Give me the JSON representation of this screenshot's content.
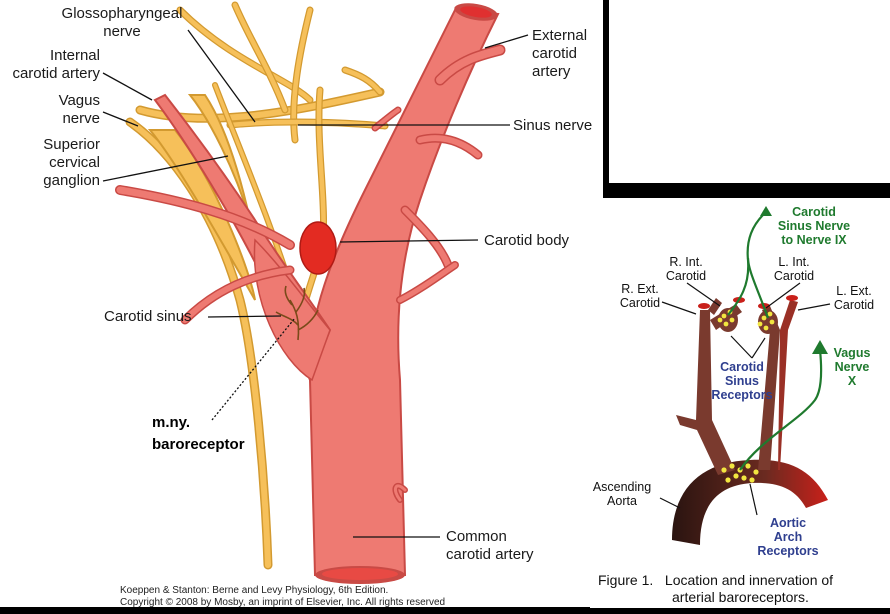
{
  "left_figure": {
    "labels": {
      "glossopharyngeal": [
        "Glossopharyngeal",
        "nerve"
      ],
      "internal_carotid": [
        "Internal",
        "carotid artery"
      ],
      "vagus": [
        "Vagus",
        "nerve"
      ],
      "superior_cervical": [
        "Superior",
        "cervical",
        "ganglion"
      ],
      "external_carotid": [
        "External",
        "carotid",
        "artery"
      ],
      "sinus_nerve": "Sinus nerve",
      "carotid_body": "Carotid body",
      "carotid_sinus": "Carotid sinus",
      "common_carotid": [
        "Common",
        "carotid artery"
      ]
    },
    "annotation": [
      "m.ny.",
      "baroreceptor"
    ],
    "credit": [
      "Koeppen & Stanton: Berne and Levy Physiology, 6th Edition.",
      "Copyright © 2008 by Mosby, an imprint of Elsevier, Inc. All rights reserved"
    ]
  },
  "right_figure": {
    "labels": {
      "carotid_sinus_nerve": [
        "Carotid",
        "Sinus Nerve",
        "to Nerve IX"
      ],
      "r_int": [
        "R. Int.",
        "Carotid"
      ],
      "l_int": [
        "L. Int.",
        "Carotid"
      ],
      "r_ext": [
        "R. Ext.",
        "Carotid"
      ],
      "l_ext": [
        "L. Ext.",
        "Carotid"
      ],
      "vagus": [
        "Vagus",
        "Nerve",
        "X"
      ],
      "sinus_receptors": [
        "Carotid",
        "Sinus",
        "Receptors"
      ],
      "ascending_aorta": [
        "Ascending",
        "Aorta"
      ],
      "aortic_receptors": [
        "Aortic",
        "Arch",
        "Receptors"
      ]
    },
    "caption": [
      "Figure 1.",
      "Location and innervation of",
      "arterial baroreceptors."
    ]
  },
  "colors": {
    "artery": "#ee7a72",
    "artery_dark": "#c94a45",
    "nerve": "#f6c05a",
    "nerve_outline": "#d39a30",
    "vessel_brown": "#7a3a2e",
    "receptor": "#f2e640",
    "label_blue": "#2f3f8f",
    "label_green": "#1f7a2e"
  }
}
